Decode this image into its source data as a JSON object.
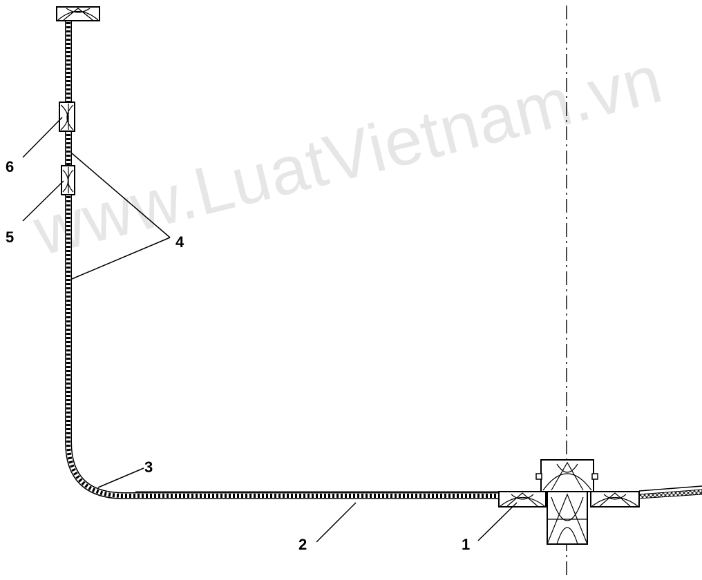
{
  "watermark": {
    "text": "www.LuatVietnam.vn"
  },
  "callouts": [
    {
      "id": "1",
      "label": "1"
    },
    {
      "id": "2",
      "label": "2"
    },
    {
      "id": "3",
      "label": "3"
    },
    {
      "id": "4",
      "label": "4"
    },
    {
      "id": "5",
      "label": "5"
    },
    {
      "id": "6",
      "label": "6"
    }
  ],
  "colors": {
    "ink": "#000000",
    "watermark": "#e6e6e6",
    "background": "#ffffff"
  }
}
